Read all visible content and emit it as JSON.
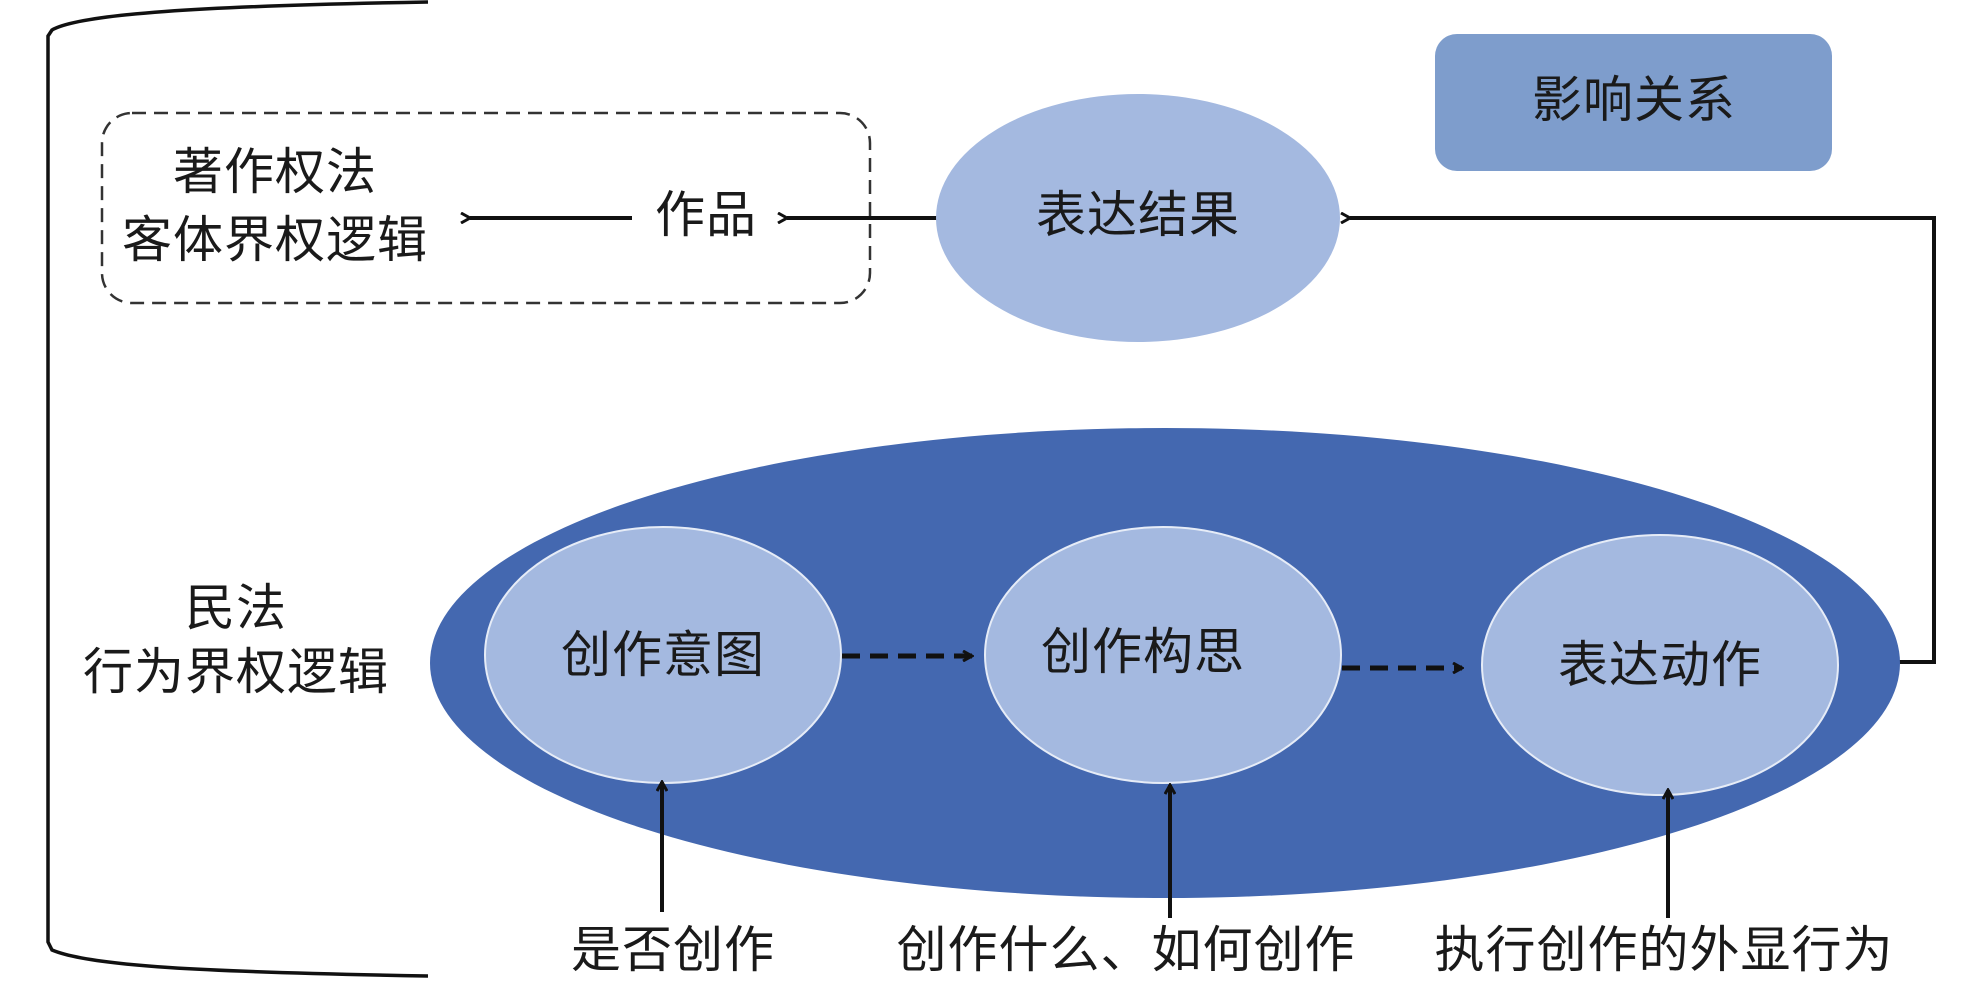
{
  "colors": {
    "outer_ellipse": "#4468b0",
    "node_fill": "#a4b9e0",
    "legend_fill": "#7e9dcc",
    "line": "#111111"
  },
  "copyright_box": {
    "title_line1": "著作权法",
    "title_line2": "客体界权逻辑"
  },
  "civil_law": {
    "title_line1": "民法",
    "title_line2": "行为界权逻辑"
  },
  "work_label": "作品",
  "expression_result": "表达结果",
  "legend": {
    "label": "影响关系"
  },
  "nodes": [
    {
      "id": "intent",
      "label": "创作意图",
      "input": "是否创作"
    },
    {
      "id": "concept",
      "label": "创作构思",
      "input": "创作什么、如何创作"
    },
    {
      "id": "action",
      "label": "表达动作",
      "input": "执行创作的外显行为"
    }
  ]
}
